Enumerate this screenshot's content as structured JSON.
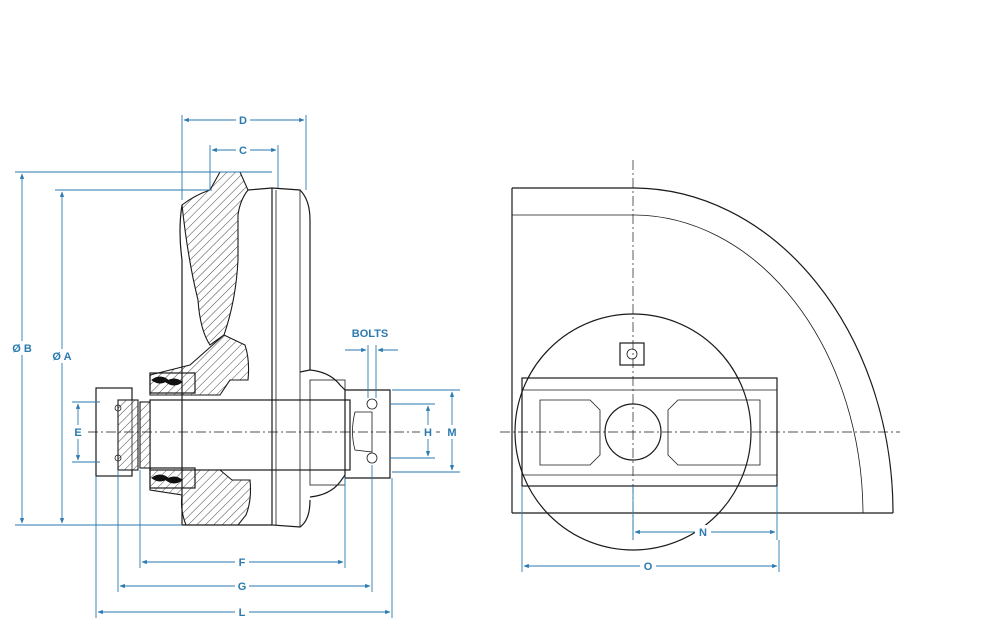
{
  "colors": {
    "dimension": "#2a7ab0",
    "outline": "#1a1a1a",
    "background": "#ffffff"
  },
  "labels": {
    "B": "Ø B",
    "A": "Ø A",
    "D": "D",
    "C": "C",
    "E": "E",
    "F": "F",
    "G": "G",
    "L": "L",
    "bolts": "BOLTS",
    "H": "H",
    "M": "M",
    "N": "N",
    "O": "O"
  }
}
